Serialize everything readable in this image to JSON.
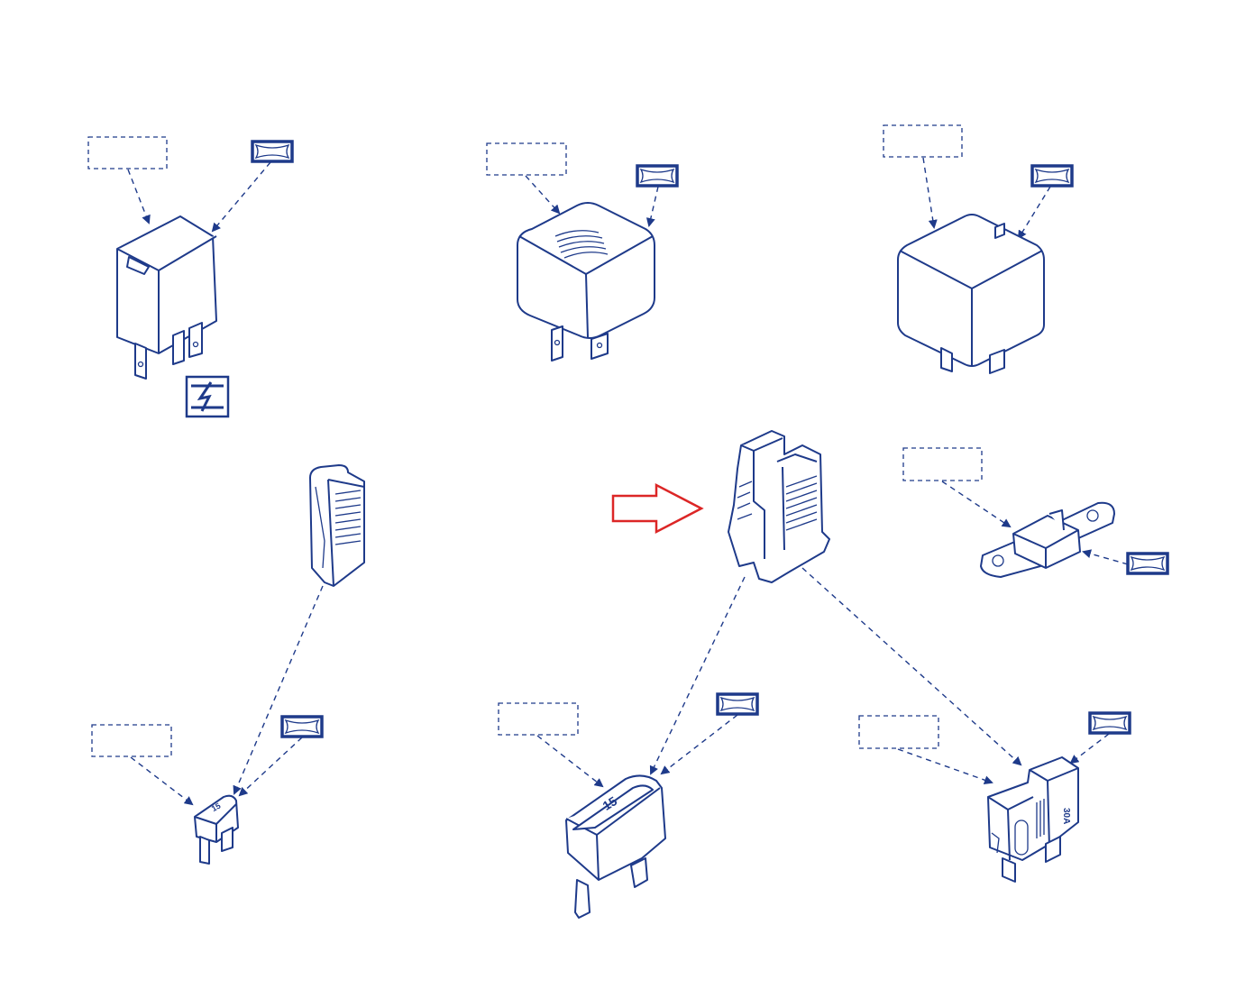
{
  "colors": {
    "line": "#1e3a8a",
    "highlight_arrow": "#dc2626",
    "background": "#ffffff"
  },
  "icons": [
    "relay-icon",
    "fuse-icon",
    "fuse-holder-icon",
    "fuse-puller-icon",
    "electrical-symbol-icon",
    "pointer-arrow-icon",
    "part-tag-icon"
  ],
  "parts": {
    "mini_fuse": {
      "rating": "15"
    },
    "standard_fuse": {
      "rating": "15"
    },
    "maxi_fuse": {
      "rating": "30A"
    }
  }
}
